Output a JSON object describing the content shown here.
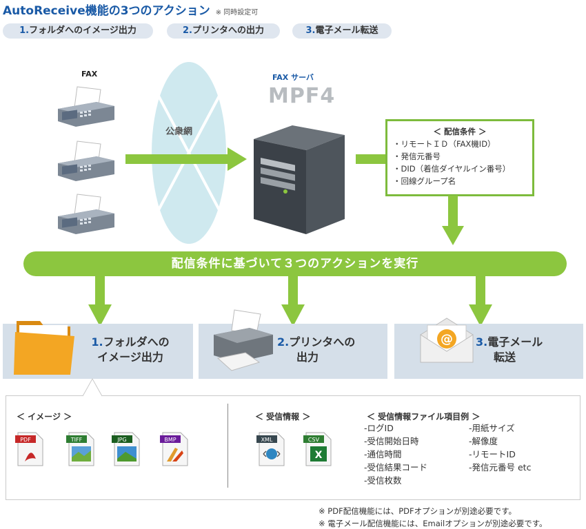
{
  "header": {
    "title": "AutoReceive機能の3つのアクション",
    "note": "※ 同時設定可"
  },
  "pills": [
    {
      "num": "1.",
      "label": "フォルダへのイメージ出力"
    },
    {
      "num": "2.",
      "label": "プリンタへの出力"
    },
    {
      "num": "3.",
      "label": "電子メール転送"
    }
  ],
  "diagram": {
    "fax_label": "FAX",
    "network_label": "公衆網",
    "server_label": "FAX サーバ",
    "server_logo": "MPF4",
    "conditions": {
      "title": "＜ 配信条件 ＞",
      "items": [
        "・リモートＩＤ（FAX機ID）",
        "・発信元番号",
        "・DID（着信ダイヤルイン番号）",
        "・回線グループ名"
      ]
    },
    "banner": "配信条件に基づいて３つのアクションを実行"
  },
  "actions": [
    {
      "num": "1.",
      "line1": "フォルダへの",
      "line2": "イメージ出力"
    },
    {
      "num": "2.",
      "line1": "プリンタへの",
      "line2": "出力"
    },
    {
      "num": "3.",
      "line1": "電子メール",
      "line2": "転送"
    }
  ],
  "details": {
    "image_title": "＜ イメージ ＞",
    "image_formats": [
      "PDF",
      "TIFF",
      "JPG",
      "BMP"
    ],
    "recv_title": "＜ 受信情報 ＞",
    "recv_formats": [
      "XML",
      "CSV"
    ],
    "items_title": "＜ 受信情報ファイル項目例 ＞",
    "items_col1": [
      "-ログID",
      "-受信開始日時",
      "-通信時間",
      "-受信結果コード",
      "-受信枚数"
    ],
    "items_col2": [
      "-用紙サイズ",
      "-解像度",
      "-リモートID",
      "-発信元番号 etc"
    ]
  },
  "footnotes": [
    "※ PDF配信機能には、PDFオプションが別途必要です。",
    "※ 電子メール配信機能には、Emailオプションが別途必要です。"
  ],
  "colors": {
    "accent_green": "#8cc63f",
    "title_blue": "#1a5aa6",
    "panel_bg": "#d5dfe9",
    "network_ellipse": "#cfe9ef"
  }
}
